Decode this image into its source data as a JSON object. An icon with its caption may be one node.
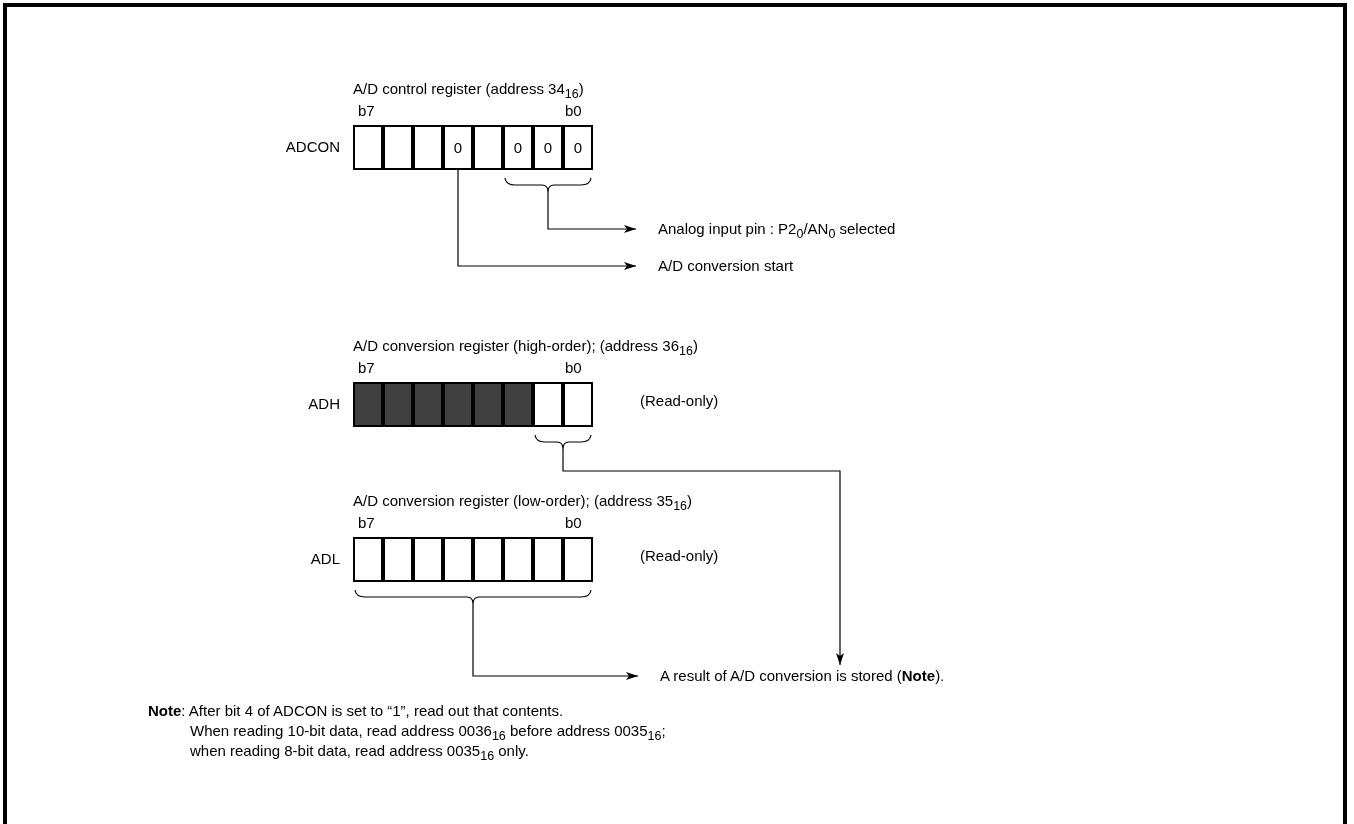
{
  "diagram": {
    "nodes": [
      {
        "text": [
          "A/D control register (address 34$_{16}$)"
        ],
        "beside": [
          "ADCON",
          "b7",
          "b0"
        ]
      },
      {
        "text": [],
        "shape": "box",
        "in": 0
      },
      {
        "text": [],
        "shape": "box",
        "in": 0
      },
      {
        "text": [],
        "shape": "box",
        "in": 0
      },
      {
        "text": [
          "0"
        ],
        "in": 0
      },
      {
        "text": [],
        "shape": "box",
        "in": 0
      },
      {
        "text": [
          "0"
        ],
        "in": 0
      },
      {
        "text": [
          "0"
        ],
        "in": 0
      },
      {
        "text": [
          "0"
        ],
        "in": 0
      },
      {
        "text": [
          "Analog input pin : P2$_{0}$/AN$_{0}$ selected"
        ]
      },
      {
        "text": [
          "A/D conversion start"
        ]
      },
      {
        "text": [
          "A/D conversion register (high-order); (address 36$_{16}$)"
        ],
        "beside": [
          "ADH",
          "b7",
          "b0"
        ]
      },
      {
        "text": [],
        "shape": "box",
        "in": 11
      },
      {
        "text": [],
        "shape": "box",
        "in": 11
      },
      {
        "text": [],
        "shape": "box",
        "in": 11
      },
      {
        "text": [],
        "shape": "box",
        "in": 11
      },
      {
        "text": [],
        "shape": "box",
        "in": 11
      },
      {
        "text": [],
        "shape": "box",
        "in": 11
      },
      {
        "text": [],
        "shape": "box",
        "in": 11
      },
      {
        "text": [],
        "shape": "box",
        "in": 11
      },
      {
        "text": [
          "A/D conversion register (low-order); (address 35$_{16}$)"
        ],
        "beside": [
          "ADL",
          "b7",
          "b0"
        ]
      },
      {
        "text": [],
        "shape": "box",
        "in": 20
      },
      {
        "text": [],
        "shape": "box",
        "in": 20
      },
      {
        "text": [],
        "shape": "box",
        "in": 20
      },
      {
        "text": [],
        "shape": "box",
        "in": 20
      },
      {
        "text": [],
        "shape": "box",
        "in": 20
      },
      {
        "text": [],
        "shape": "box",
        "in": 20
      },
      {
        "text": [],
        "shape": "box",
        "in": 20
      },
      {
        "text": [],
        "shape": "box",
        "in": 20
      },
      {
        "text": [
          "A result of A/D conversion is stored (**Note**)."
        ]
      }
    ],
    "edges": [
      {
        "from": 0,
        "to": 9,
        "arrow": "to"
      },
      {
        "from": 4,
        "to": 10,
        "arrow": "to"
      },
      {
        "from": 11,
        "to": 29,
        "arrow": "to"
      },
      {
        "from": 20,
        "to": 29,
        "arrow": "to"
      }
    ],
    "labels": [
      "(Read-only)",
      "(Read-only)",
      "**Note**: After bit 4 of ADCON is set to “1”, read out that contents.",
      "When reading 10-bit data, read address 0036$_{16}$ before address 0035$_{16}$;",
      "when reading 8-bit data, read address 0035$_{16}$ only."
    ]
  }
}
